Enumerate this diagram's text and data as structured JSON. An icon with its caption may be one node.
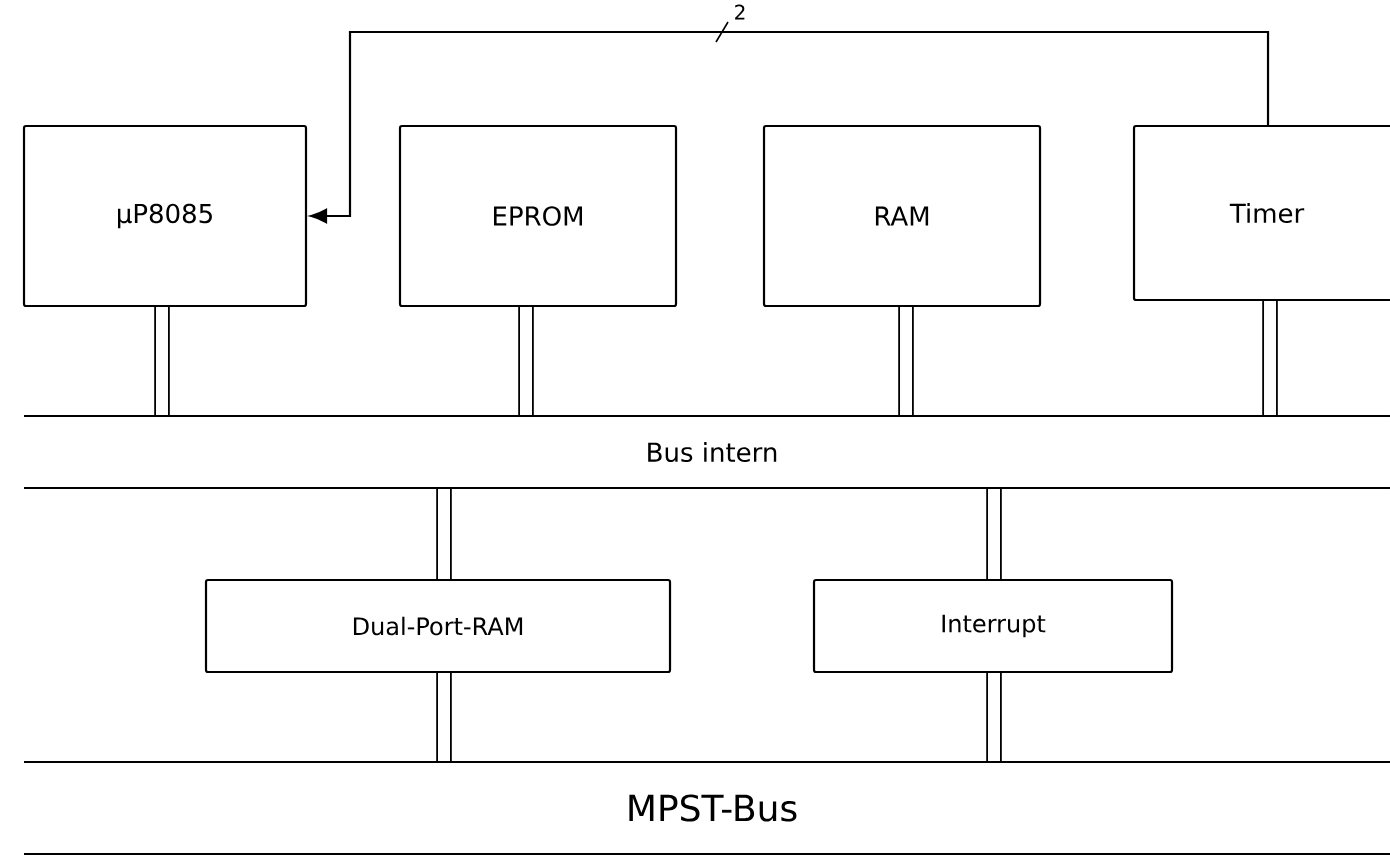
{
  "diagram": {
    "nodes": [
      {
        "text": [
          "μP8085"
        ]
      },
      {
        "text": [
          "EPROM"
        ]
      },
      {
        "text": [
          "RAM"
        ]
      },
      {
        "text": [
          "Timer"
        ]
      },
      {
        "text": [
          "Bus intern"
        ]
      },
      {
        "text": [
          "Dual-Port-RAM"
        ]
      },
      {
        "text": [
          "Interrupt"
        ]
      },
      {
        "text": [
          "MPST-Bus"
        ]
      }
    ],
    "edges": [
      {
        "from": 3,
        "to": 0,
        "arrow": "to",
        "label": "2"
      },
      {
        "from": 0,
        "to": 4,
        "arrow": "none"
      },
      {
        "from": 1,
        "to": 4,
        "arrow": "none"
      },
      {
        "from": 2,
        "to": 4,
        "arrow": "none"
      },
      {
        "from": 3,
        "to": 4,
        "arrow": "none"
      },
      {
        "from": 4,
        "to": 5,
        "arrow": "none"
      },
      {
        "from": 5,
        "to": 7,
        "arrow": "none"
      },
      {
        "from": 4,
        "to": 6,
        "arrow": "none"
      },
      {
        "from": 6,
        "to": 7,
        "arrow": "none"
      }
    ]
  }
}
